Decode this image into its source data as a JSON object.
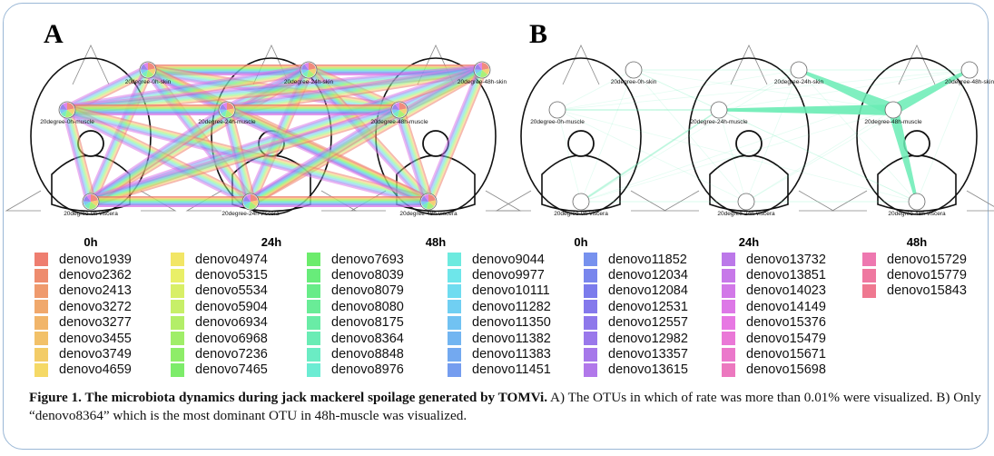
{
  "panels": {
    "a": {
      "letter": "A",
      "timepoints": [
        "0h",
        "24h",
        "48h"
      ],
      "nodes": {
        "skin": [
          "20degree-0h-skin",
          "20degree-24h-skin",
          "20degree-48h-skin"
        ],
        "muscle": [
          "20degree-0h-muscle",
          "20degree-24h-muscle",
          "20degree-48h-muscle"
        ],
        "viscera": [
          "20degree-0h-viscera",
          "20degree-24h-viscera",
          "20degree-48h-viscera"
        ]
      }
    },
    "b": {
      "letter": "B",
      "timepoints": [
        "0h",
        "24h",
        "48h"
      ],
      "nodes": {
        "skin": [
          "20degree-0h-skin",
          "20degree-24h-skin",
          "20degree-48h-skin"
        ],
        "muscle": [
          "20degree-0h-muscle",
          "20degree-24h-muscle",
          "20degree-48h-muscle"
        ],
        "viscera": [
          "20degree-0h-viscera",
          "20degree-24h-viscera",
          "20degree-48h-viscera"
        ]
      }
    }
  },
  "legend": [
    [
      {
        "name": "denovo1939",
        "color": "#ee7e70"
      },
      {
        "name": "denovo2362",
        "color": "#ee8c6e"
      },
      {
        "name": "denovo2413",
        "color": "#ef9a6d"
      },
      {
        "name": "denovo3272",
        "color": "#f0a86c"
      },
      {
        "name": "denovo3277",
        "color": "#f1b56a"
      },
      {
        "name": "denovo3455",
        "color": "#f2c169"
      },
      {
        "name": "denovo3749",
        "color": "#f3cc67"
      },
      {
        "name": "denovo4659",
        "color": "#f5d966"
      }
    ],
    [
      {
        "name": "denovo4974",
        "color": "#f2e666"
      },
      {
        "name": "denovo5315",
        "color": "#e9ef67"
      },
      {
        "name": "denovo5534",
        "color": "#d8ef67"
      },
      {
        "name": "denovo5904",
        "color": "#c7ef68"
      },
      {
        "name": "denovo6934",
        "color": "#b3ee68"
      },
      {
        "name": "denovo6968",
        "color": "#a0ee69"
      },
      {
        "name": "denovo7236",
        "color": "#8eed69"
      },
      {
        "name": "denovo7465",
        "color": "#7dec6a"
      }
    ],
    [
      {
        "name": "denovo7693",
        "color": "#6cec6c"
      },
      {
        "name": "denovo8039",
        "color": "#68ec7a"
      },
      {
        "name": "denovo8079",
        "color": "#68ec88"
      },
      {
        "name": "denovo8080",
        "color": "#69ec97"
      },
      {
        "name": "denovo8175",
        "color": "#69eca6"
      },
      {
        "name": "denovo8364",
        "color": "#6aecb5"
      },
      {
        "name": "denovo8848",
        "color": "#6becc4"
      },
      {
        "name": "denovo8976",
        "color": "#6cecd3"
      }
    ],
    [
      {
        "name": "denovo9044",
        "color": "#6deadf"
      },
      {
        "name": "denovo9977",
        "color": "#6ee6ea"
      },
      {
        "name": "denovo10111",
        "color": "#6fdcf0"
      },
      {
        "name": "denovo11282",
        "color": "#70cff2"
      },
      {
        "name": "denovo11350",
        "color": "#71c2f2"
      },
      {
        "name": "denovo11382",
        "color": "#72b5f1"
      },
      {
        "name": "denovo11383",
        "color": "#73a9f0"
      },
      {
        "name": "denovo11451",
        "color": "#759def"
      }
    ],
    [
      {
        "name": "denovo11852",
        "color": "#7791ee"
      },
      {
        "name": "denovo12034",
        "color": "#7986ed"
      },
      {
        "name": "denovo12084",
        "color": "#7b7bec"
      },
      {
        "name": "denovo12531",
        "color": "#8479ec"
      },
      {
        "name": "denovo12557",
        "color": "#8e78eb"
      },
      {
        "name": "denovo12982",
        "color": "#9a78eb"
      },
      {
        "name": "denovo13357",
        "color": "#a678ea"
      },
      {
        "name": "denovo13615",
        "color": "#b178ea"
      }
    ],
    [
      {
        "name": "denovo13732",
        "color": "#bc78e9"
      },
      {
        "name": "denovo13851",
        "color": "#c778e9"
      },
      {
        "name": "denovo14023",
        "color": "#d278e8"
      },
      {
        "name": "denovo14149",
        "color": "#dd78e7"
      },
      {
        "name": "denovo15376",
        "color": "#e778e3"
      },
      {
        "name": "denovo15479",
        "color": "#ea78d7"
      },
      {
        "name": "denovo15671",
        "color": "#eb78cb"
      },
      {
        "name": "denovo15698",
        "color": "#ec78bf"
      }
    ],
    [
      {
        "name": "denovo15729",
        "color": "#ee78b0"
      },
      {
        "name": "denovo15779",
        "color": "#ef78a0"
      },
      {
        "name": "denovo15843",
        "color": "#ef7890"
      }
    ]
  ],
  "caption": {
    "bold": "Figure 1. The microbiota dynamics during jack mackerel spoilage generated by TOMVi.",
    "text": " A) The OTUs in which of rate was more than 0.01% were visualized. B) Only “denovo8364” which is the most dominant OTU in 48h-muscle was visualized."
  },
  "colors": {
    "frame": "#9bb8d6",
    "edge_a": [
      "#ee7e70",
      "#f3cc67",
      "#a0ee69",
      "#6aecb5",
      "#71c2f2",
      "#8e78eb",
      "#dd78e7"
    ],
    "edge_b": "#6aecb5"
  }
}
